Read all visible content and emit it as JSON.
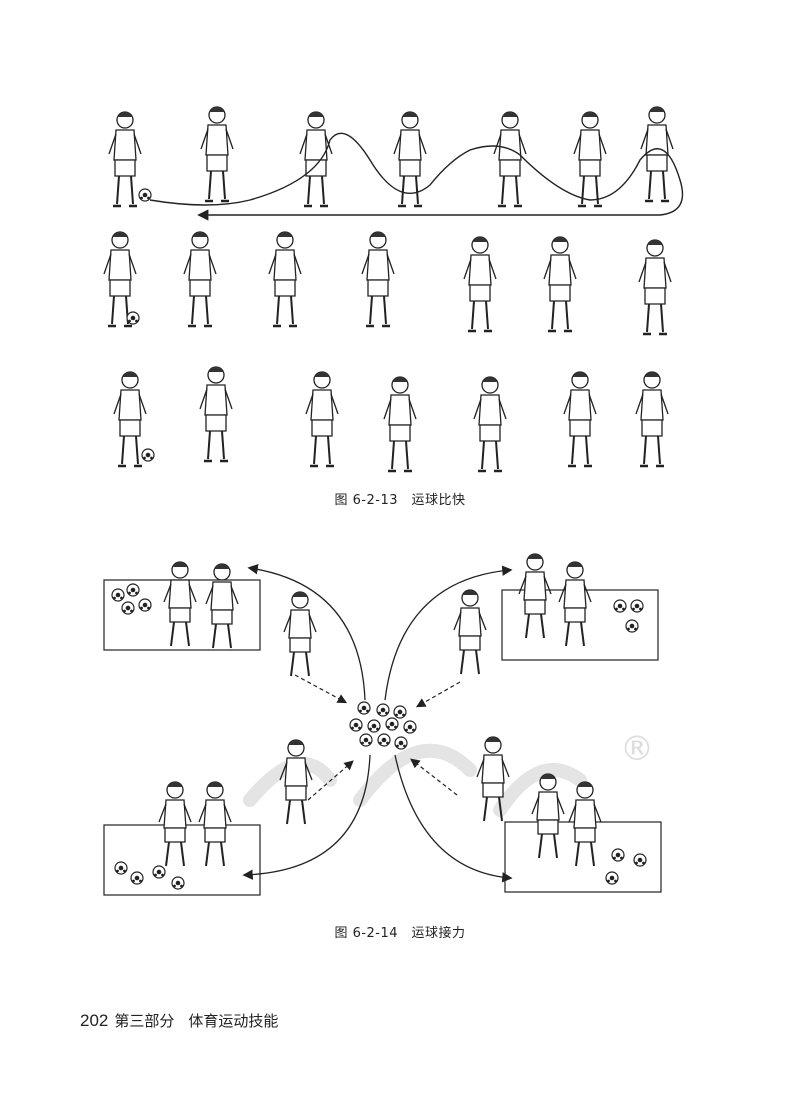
{
  "figure1": {
    "caption": "图 6-2-13　运球比快"
  },
  "figure2": {
    "caption": "图 6-2-14　运球接力",
    "watermark_mark": "®"
  },
  "footer": {
    "page_number": "202",
    "section": "第三部分",
    "chapter": "体育运动技能"
  },
  "icons": [
    "person-figure-icon",
    "soccer-ball-icon",
    "arrow-icon"
  ],
  "colors": {
    "ink": "#222222",
    "watermark": "#dddddd"
  }
}
